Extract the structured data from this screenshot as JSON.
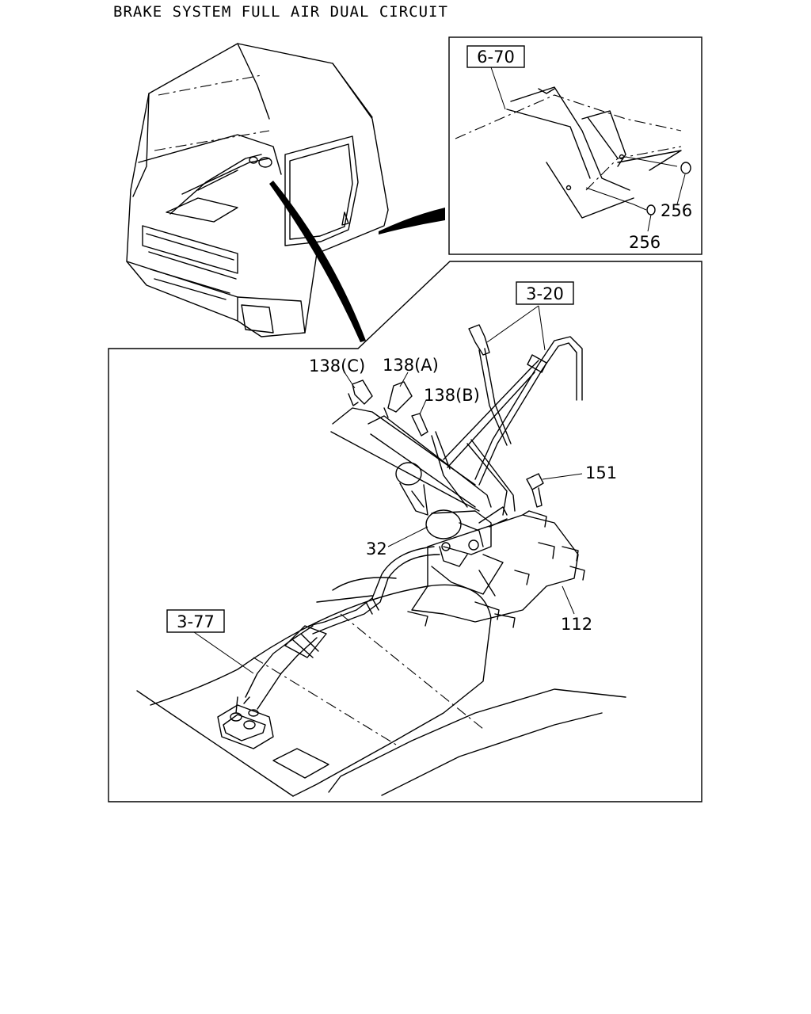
{
  "title": "BRAKE SYSTEM FULL AIR DUAL CIRCUIT",
  "refs": {
    "r670": "6-70",
    "r320": "3-20",
    "r377": "3-77"
  },
  "callouts": {
    "c256a": "256",
    "c256b": "256",
    "c138c": "138(C)",
    "c138a": "138(A)",
    "c138b": "138(B)",
    "c151": "151",
    "c32": "32",
    "c112": "112"
  }
}
